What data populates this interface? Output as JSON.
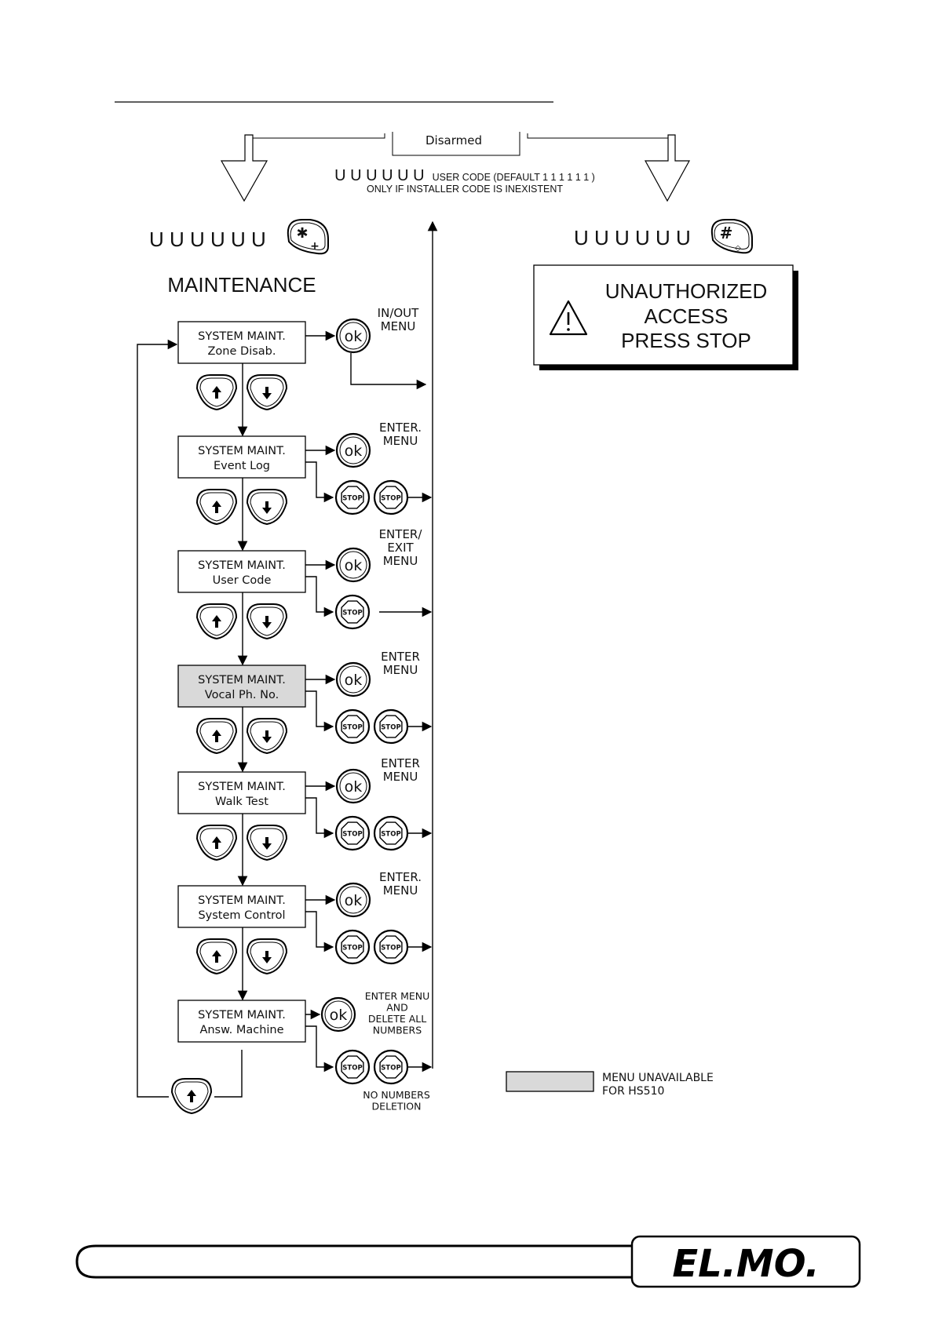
{
  "header": {
    "state_label": "Disarmed",
    "user_code_digits": "U U U U U U",
    "user_code_note_line1": "USER CODE (DEFAULT 1 1 1 1 1 1 )",
    "user_code_note_line2": "ONLY IF INSTALLER CODE IS INEXISTENT"
  },
  "left": {
    "code": "U U U U U U",
    "key_symbol": "✱",
    "key_sub": "+",
    "title": "MAINTENANCE"
  },
  "right": {
    "code": "U U U U U U",
    "key_symbol": "#",
    "key_sub": "◇",
    "warning_icon": "warning-triangle-icon",
    "warning_line1": "UNAUTHORIZED",
    "warning_line2": "ACCESS",
    "warning_line3": "PRESS STOP"
  },
  "keys": {
    "ok": "ok",
    "stop": "STOP"
  },
  "menu": [
    {
      "line1": "SYSTEM MAINT.",
      "line2": "Zone Disab.",
      "ok_label": [
        "IN/OUT",
        "MENU"
      ],
      "stops": 0,
      "unavailable": false
    },
    {
      "line1": "SYSTEM MAINT.",
      "line2": "Event Log",
      "ok_label": [
        "ENTER.",
        "MENU"
      ],
      "stops": 2,
      "unavailable": false
    },
    {
      "line1": "SYSTEM MAINT.",
      "line2": "User Code",
      "ok_label": [
        "ENTER/",
        "EXIT",
        "MENU"
      ],
      "stops": 1,
      "unavailable": false
    },
    {
      "line1": "SYSTEM MAINT.",
      "line2": "Vocal Ph. No.",
      "ok_label": [
        "ENTER",
        "MENU"
      ],
      "stops": 2,
      "unavailable": true
    },
    {
      "line1": "SYSTEM MAINT.",
      "line2": "Walk Test",
      "ok_label": [
        "ENTER",
        "MENU"
      ],
      "stops": 2,
      "unavailable": false
    },
    {
      "line1": "SYSTEM MAINT.",
      "line2": "System Control",
      "ok_label": [
        "ENTER.",
        "MENU"
      ],
      "stops": 2,
      "unavailable": false
    },
    {
      "line1": "SYSTEM MAINT.",
      "line2": "Answ. Machine",
      "ok_label": [
        "ENTER MENU",
        "AND",
        "DELETE ALL",
        "NUMBERS"
      ],
      "stops": 2,
      "unavailable": false
    }
  ],
  "stop_note": [
    "NO NUMBERS",
    "DELETION"
  ],
  "legend": {
    "line1": "MENU UNAVAILABLE",
    "line2": "FOR HS510"
  },
  "footer": {
    "logo": "EL.MO."
  }
}
